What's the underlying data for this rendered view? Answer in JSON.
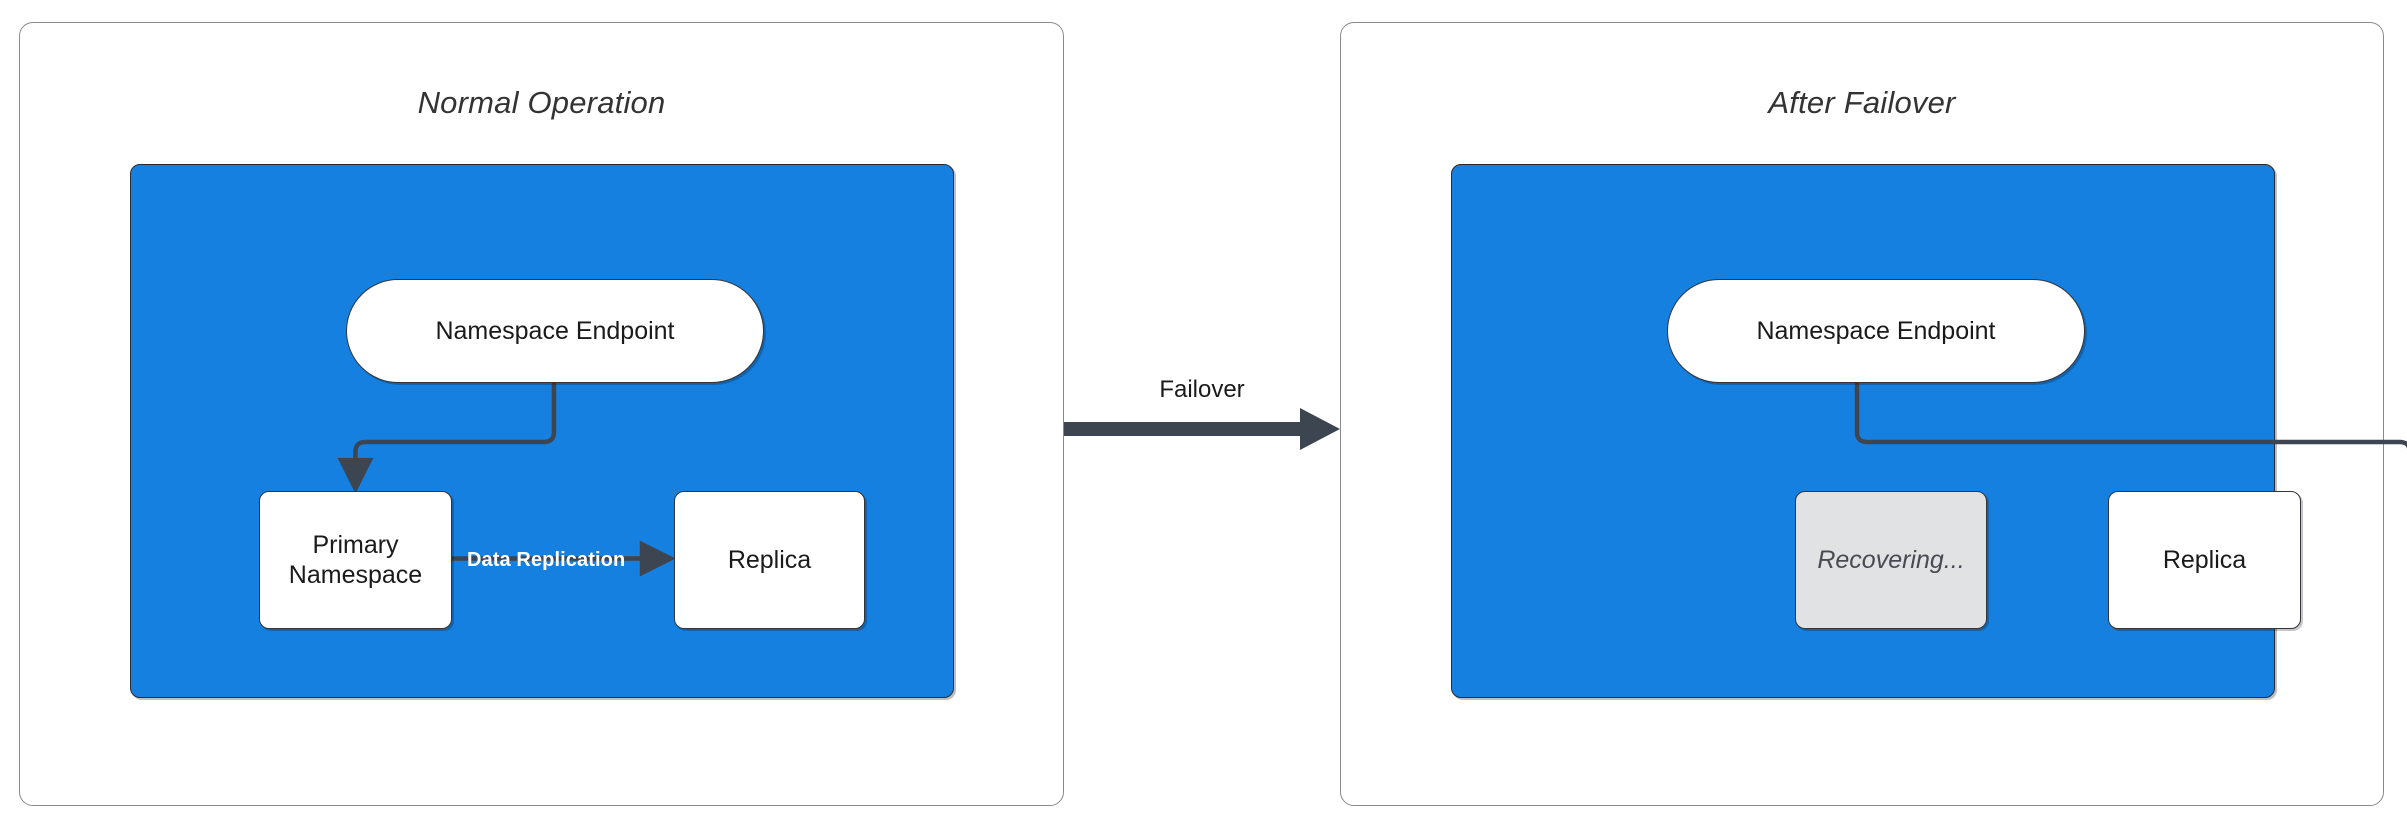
{
  "diagram": {
    "type": "failover-architecture-diagram",
    "background_color": "#ffffff",
    "accent_color": "#1580e0",
    "stroke_color": "#33353b",
    "muted_color": "#e0e2e4"
  },
  "panels": [
    {
      "id": "normal-operation",
      "title": "Normal Operation",
      "cluster": {
        "color": "#1580e0",
        "nodes": [
          {
            "id": "namespace-endpoint",
            "label": "Namespace Endpoint",
            "shape": "pill",
            "state": "active"
          },
          {
            "id": "primary-namespace",
            "label": "Primary\nNamespace",
            "line1": "Primary",
            "line2": "Namespace",
            "shape": "rect",
            "state": "active"
          },
          {
            "id": "replica",
            "label": "Replica",
            "shape": "rect",
            "state": "active"
          }
        ],
        "edges": [
          {
            "from": "namespace-endpoint",
            "to": "primary-namespace",
            "label": ""
          },
          {
            "from": "primary-namespace",
            "to": "replica",
            "label": "Data Replication"
          }
        ]
      }
    },
    {
      "id": "after-failover",
      "title": "After Failover",
      "cluster": {
        "color": "#1580e0",
        "nodes": [
          {
            "id": "namespace-endpoint",
            "label": "Namespace Endpoint",
            "shape": "pill",
            "state": "active"
          },
          {
            "id": "recovering",
            "label": "Recovering...",
            "shape": "rect",
            "state": "disabled"
          },
          {
            "id": "replica",
            "label": "Replica",
            "shape": "rect",
            "state": "active"
          }
        ],
        "edges": [
          {
            "from": "namespace-endpoint",
            "to": "replica",
            "label": ""
          }
        ]
      }
    }
  ],
  "transition": {
    "label": "Failover",
    "direction": "left-to-right",
    "color": "#3d4551"
  }
}
